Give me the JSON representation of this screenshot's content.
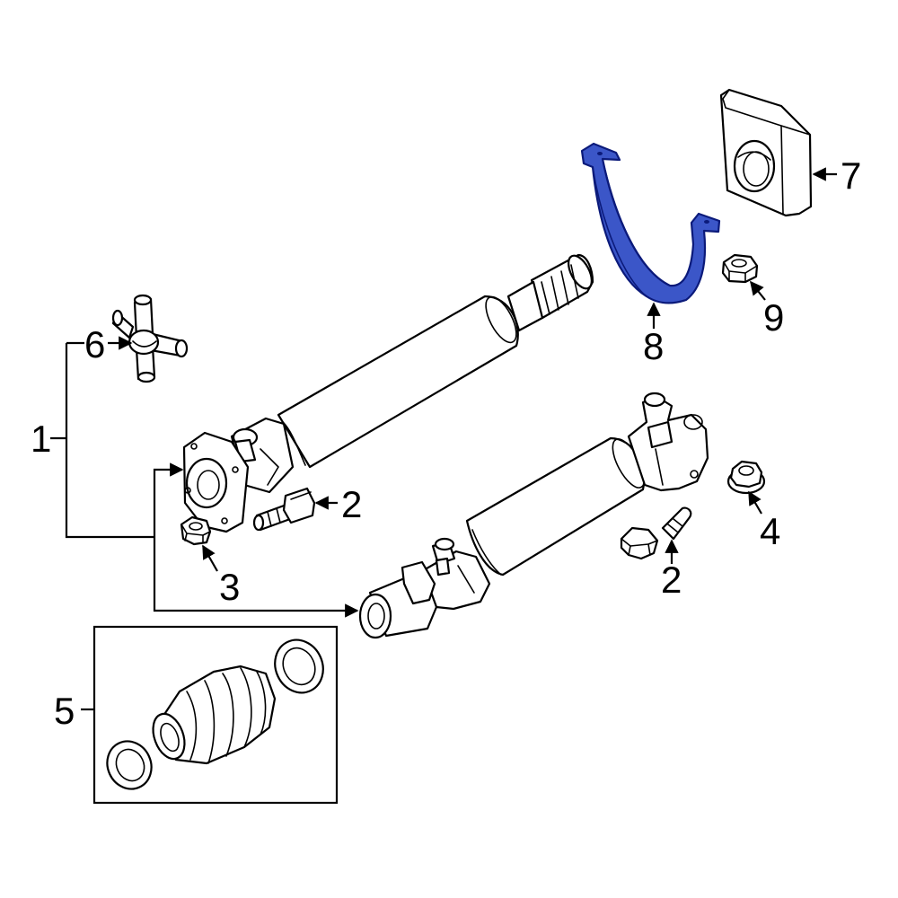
{
  "callouts": {
    "c1": "1",
    "c2a": "2",
    "c2b": "2",
    "c3": "3",
    "c4": "4",
    "c5": "5",
    "c6": "6",
    "c7": "7",
    "c8": "8",
    "c9": "9"
  },
  "colors": {
    "highlight": "#3b56c8",
    "highlight_outline": "#0b1a7a",
    "line": "#000000",
    "background": "#ffffff"
  },
  "highlighted_part": "8"
}
